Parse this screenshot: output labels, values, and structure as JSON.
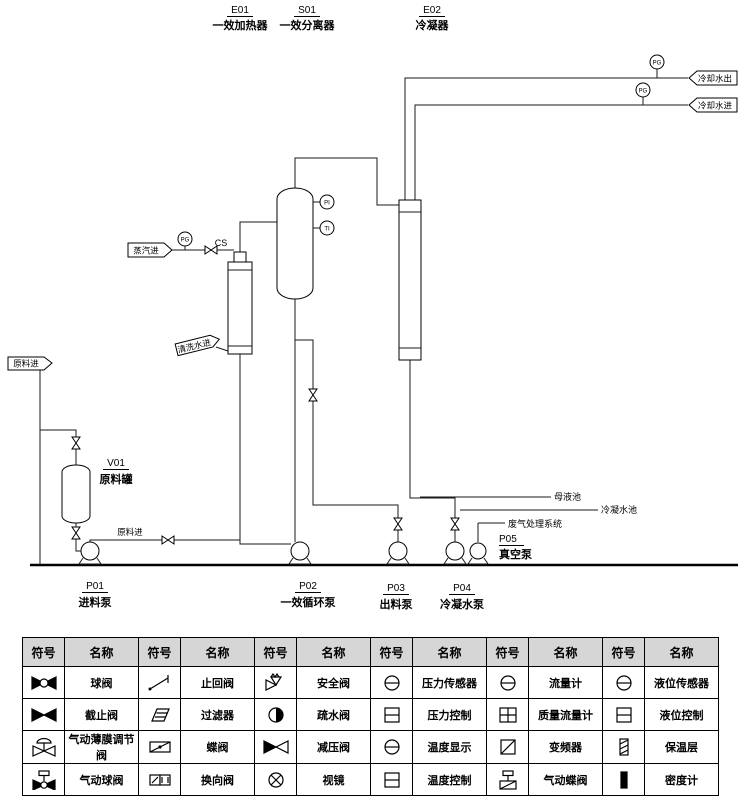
{
  "diagram": {
    "equipment": [
      {
        "tag": "E01",
        "name": "一效加热器"
      },
      {
        "tag": "S01",
        "name": "一效分离器"
      },
      {
        "tag": "E02",
        "name": "冷凝器"
      },
      {
        "tag": "V01",
        "name": "原料罐"
      },
      {
        "tag": "P01",
        "name": "进料泵"
      },
      {
        "tag": "P02",
        "name": "一效循环泵"
      },
      {
        "tag": "P03",
        "name": "出料泵"
      },
      {
        "tag": "P04",
        "name": "冷凝水泵"
      },
      {
        "tag": "P05",
        "name": "真空泵"
      }
    ],
    "flags": {
      "steam_in": "蒸汽进",
      "wash_water_in": "清洗水进",
      "raw_material_in": "原料进",
      "cooling_water_out": "冷却水出",
      "cooling_water_in": "冷却水进"
    },
    "line_labels": {
      "feed": "原料进"
    },
    "callouts": {
      "mother_liquor": "母液池",
      "condensate_pool": "冷凝水池",
      "waste_gas": "废气处理系统"
    },
    "instruments": {
      "steam_gauge": "PG",
      "cw_out_gauge": "PG",
      "cw_in_gauge": "PG",
      "separator_pressure": "PI",
      "separator_temp": "TI",
      "steam_connection": "CS"
    }
  },
  "legend": {
    "symbol_header": "符号",
    "name_header": "名称",
    "rows": [
      [
        {
          "icon": "ball-valve",
          "name": "球阀"
        },
        {
          "icon": "check-valve",
          "name": "止回阀"
        },
        {
          "icon": "safety-valve",
          "name": "安全阀"
        },
        {
          "icon": "pressure-sensor",
          "name": "压力传感器"
        },
        {
          "icon": "flow-meter",
          "name": "流量计"
        },
        {
          "icon": "level-sensor",
          "name": "液位传感器"
        }
      ],
      [
        {
          "icon": "stop-valve",
          "name": "截止阀"
        },
        {
          "icon": "filter",
          "name": "过滤器"
        },
        {
          "icon": "steam-trap",
          "name": "疏水阀"
        },
        {
          "icon": "pressure-control",
          "name": "压力控制"
        },
        {
          "icon": "mass-flow-meter",
          "name": "质量流量计"
        },
        {
          "icon": "level-control",
          "name": "液位控制"
        }
      ],
      [
        {
          "icon": "pneumatic-diaphragm-control-valve",
          "name": "气动薄膜调节阀"
        },
        {
          "icon": "butterfly-valve",
          "name": "蝶阀"
        },
        {
          "icon": "pressure-reducing-valve",
          "name": "减压阀"
        },
        {
          "icon": "temperature-display",
          "name": "温度显示"
        },
        {
          "icon": "vfd",
          "name": "变频器"
        },
        {
          "icon": "insulation-layer",
          "name": "保温层"
        }
      ],
      [
        {
          "icon": "pneumatic-ball-valve",
          "name": "气动球阀"
        },
        {
          "icon": "reversing-valve",
          "name": "换向阀"
        },
        {
          "icon": "sight-glass",
          "name": "视镜"
        },
        {
          "icon": "temperature-control",
          "name": "温度控制"
        },
        {
          "icon": "pneumatic-butterfly-valve",
          "name": "气动蝶阀"
        },
        {
          "icon": "density-meter",
          "name": "密度计"
        }
      ]
    ]
  }
}
